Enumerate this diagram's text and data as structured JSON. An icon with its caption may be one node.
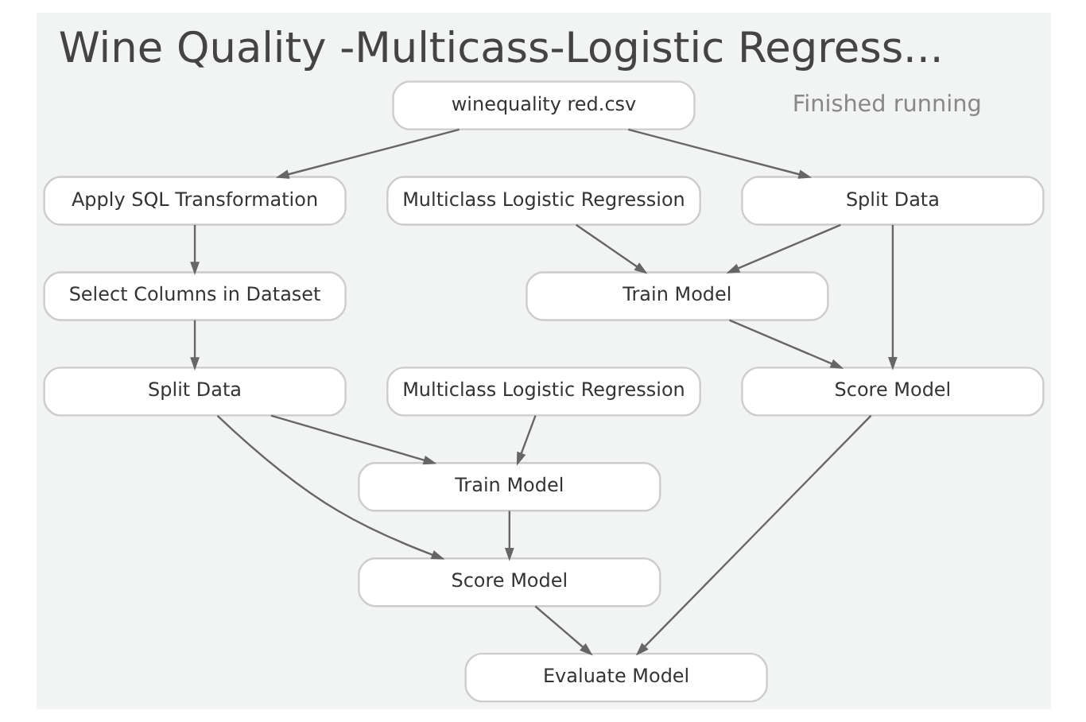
{
  "diagram": {
    "title": "Wine Quality -Multicass-Logistic Regress...",
    "nodes": [
      {
        "text": [
          "winequality red.csv"
        ]
      },
      {
        "text": [
          "Apply SQL Transformation"
        ]
      },
      {
        "text": [
          "Select Columns in Dataset"
        ]
      },
      {
        "text": [
          "Split Data"
        ]
      },
      {
        "text": [
          "Multiclass Logistic Regression"
        ]
      },
      {
        "text": [
          "Split Data"
        ]
      },
      {
        "text": [
          "Multiclass Logistic Regression"
        ]
      },
      {
        "text": [
          "Train Model"
        ]
      },
      {
        "text": [
          "Train Model"
        ]
      },
      {
        "text": [
          "Score Model"
        ]
      },
      {
        "text": [
          "Score Model"
        ]
      },
      {
        "text": [
          "Evaluate Model"
        ]
      }
    ],
    "edges": [
      {
        "from": 0,
        "to": 1,
        "arrow": "to"
      },
      {
        "from": 0,
        "to": 3,
        "arrow": "to"
      },
      {
        "from": 1,
        "to": 2,
        "arrow": "to"
      },
      {
        "from": 2,
        "to": 5,
        "arrow": "to"
      },
      {
        "from": 4,
        "to": 8,
        "arrow": "to"
      },
      {
        "from": 5,
        "to": 8,
        "arrow": "to"
      },
      {
        "from": 5,
        "to": 9,
        "arrow": "to"
      },
      {
        "from": 8,
        "to": 9,
        "arrow": "to"
      },
      {
        "from": 6,
        "to": 7,
        "arrow": "to"
      },
      {
        "from": 3,
        "to": 7,
        "arrow": "to"
      },
      {
        "from": 3,
        "to": 10,
        "arrow": "to"
      },
      {
        "from": 7,
        "to": 10,
        "arrow": "to"
      },
      {
        "from": 9,
        "to": 11,
        "arrow": "to"
      },
      {
        "from": 10,
        "to": 11,
        "arrow": "to"
      }
    ],
    "labels": [
      "Finished running"
    ]
  }
}
